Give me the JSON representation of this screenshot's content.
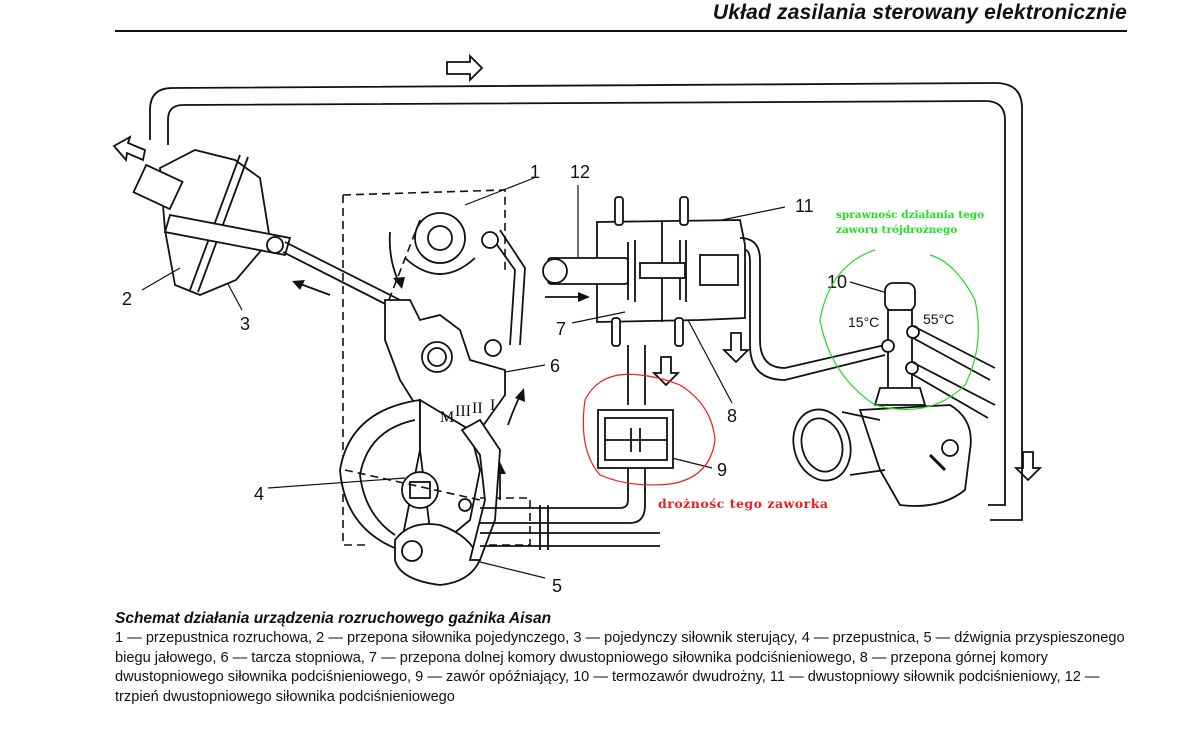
{
  "header": {
    "title": "Układ zasilania sterowany elektronicznie"
  },
  "diagram": {
    "part_labels": {
      "p1": "1",
      "p2": "2",
      "p3": "3",
      "p4": "4",
      "p5": "5",
      "p6": "6",
      "p7": "7",
      "p8": "8",
      "p9": "9",
      "p10": "10",
      "p11": "11",
      "p12": "12"
    },
    "temperatures": {
      "low": "15°C",
      "high": "55°C"
    },
    "stage_marks": {
      "m": "M",
      "iii": "III",
      "ii": "II",
      "i": "I"
    },
    "icons": [
      "flow-arrow-icon",
      "motion-arrow-icon"
    ]
  },
  "annotations": {
    "green_note": "sprawnośc działania tego zaworu trójdrożnego",
    "red_note": "drożnośc tego zaworka",
    "colors": {
      "green": "#22dd22",
      "red": "#ee1c1c"
    }
  },
  "caption": {
    "title": "Schemat działania urządzenia rozruchowego gaźnika Aisan",
    "body": "1 — przepustnica rozruchowa, 2 — przepona siłownika pojedynczego, 3 — pojedynczy siłownik sterujący, 4 — przepustnica, 5 — dźwignia przyspieszonego biegu jałowego, 6 — tarcza stopniowa, 7 — przepona dolnej komory dwustopniowego siłownika podciśnieniowego, 8 — przepona górnej komory dwustopniowego siłownika podciśnieniowego, 9 — zawór opóźniający, 10 — termozawór dwudrożny, 11 — dwustopniowy siłownik podciśnieniowy, 12 — trzpień dwustopniowego siłownika podciśnieniowego"
  }
}
